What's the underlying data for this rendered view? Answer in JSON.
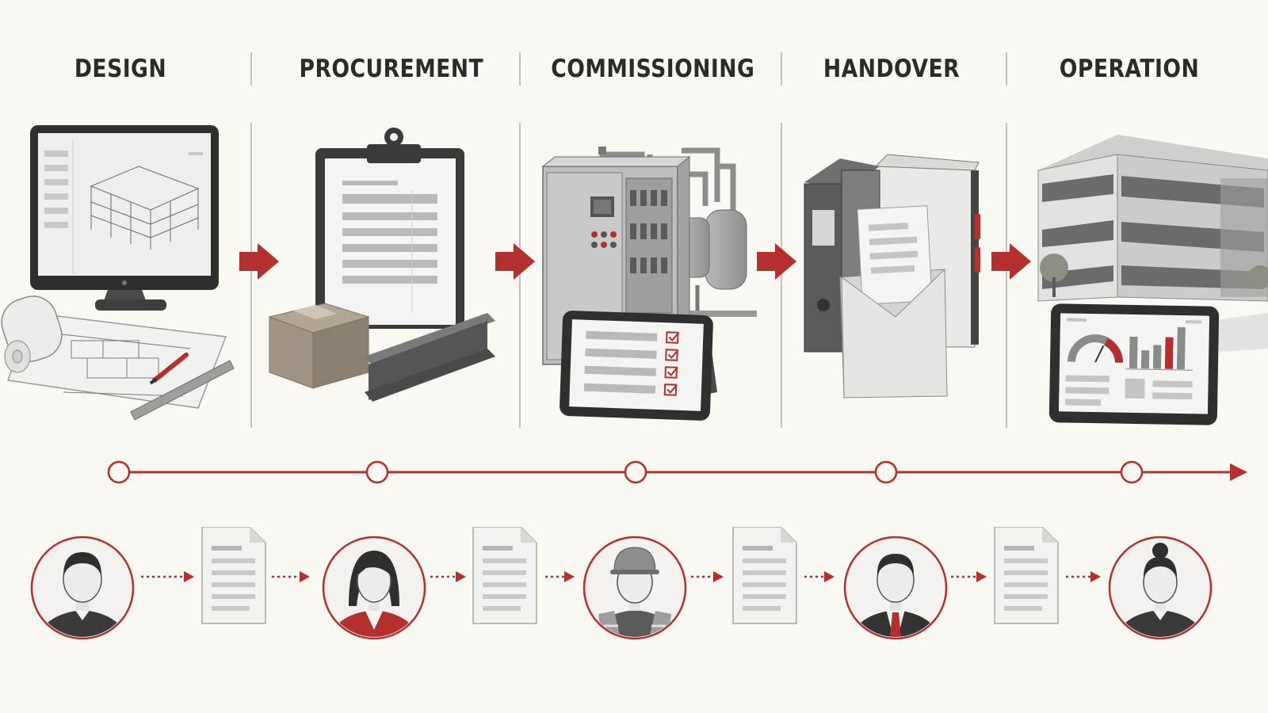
{
  "phases": [
    {
      "label": "DESIGN",
      "icon": "design-workstation-icon"
    },
    {
      "label": "PROCUREMENT",
      "icon": "clipboard-materials-icon"
    },
    {
      "label": "COMMISSIONING",
      "icon": "equipment-tablet-checklist-icon"
    },
    {
      "label": "HANDOVER",
      "icon": "binder-documents-icon"
    },
    {
      "label": "OPERATION",
      "icon": "building-dashboard-icon"
    }
  ],
  "people": [
    {
      "role": "designer",
      "icon": "person-male-icon"
    },
    {
      "role": "procurement",
      "icon": "person-female-red-jacket-icon"
    },
    {
      "role": "commissioning",
      "icon": "person-hardhat-vest-icon"
    },
    {
      "role": "handover",
      "icon": "person-suit-red-tie-icon"
    },
    {
      "role": "operation",
      "icon": "person-female-bun-icon"
    }
  ],
  "colors": {
    "accent": "#b3302f",
    "ink": "#2b2b2b",
    "background": "#faf8f3",
    "grey": "#9a9a9a",
    "separator": "#c4c2bd"
  }
}
